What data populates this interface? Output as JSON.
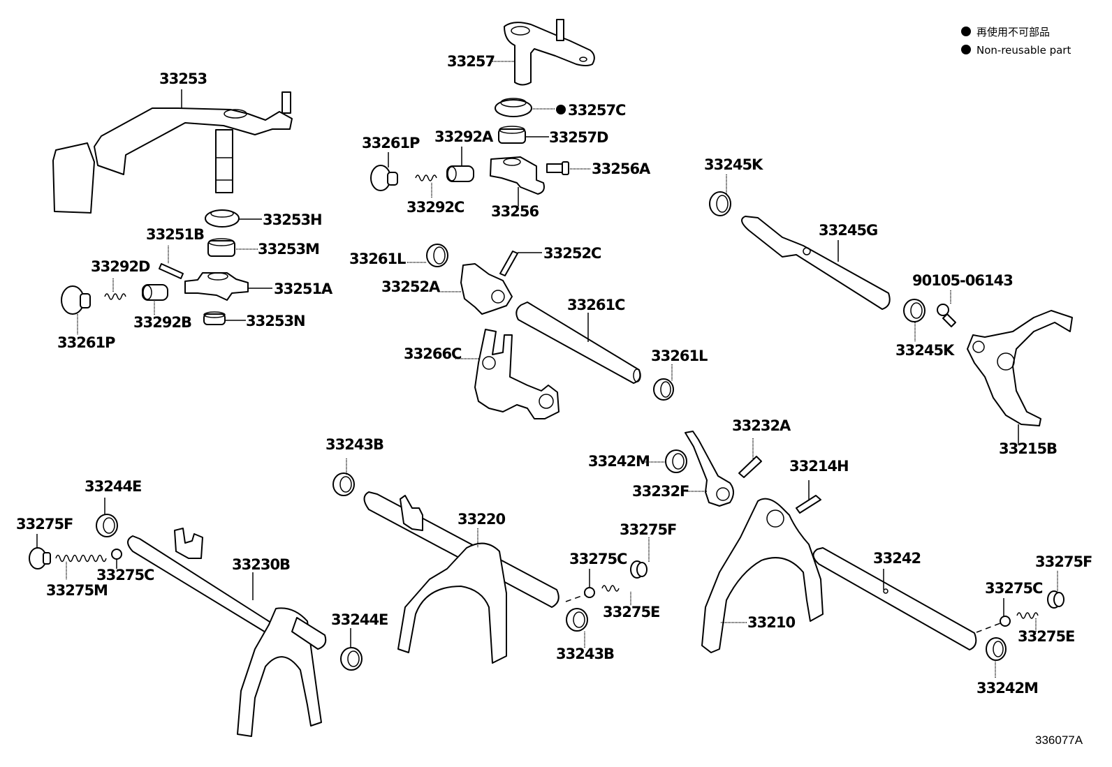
{
  "legend": {
    "items": [
      {
        "label": "再使用不可部品",
        "icon": "filled-circle"
      },
      {
        "label": "Non-reusable part",
        "icon": "filled-circle"
      }
    ]
  },
  "figure_id": "336077A",
  "parts": {
    "p33257": "33257",
    "p33257C": "33257C",
    "p33257D": "33257D",
    "p33261P_top": "33261P",
    "p33292A": "33292A",
    "p33256A": "33256A",
    "p33292C": "33292C",
    "p33256": "33256",
    "p33253": "33253",
    "p33253H": "33253H",
    "p33253M": "33253M",
    "p33251B": "33251B",
    "p33292D": "33292D",
    "p33251A": "33251A",
    "p33292B": "33292B",
    "p33253N": "33253N",
    "p33261P_left": "33261P",
    "p33261L_top": "33261L",
    "p33252C": "33252C",
    "p33252A": "33252A",
    "p33261C": "33261C",
    "p33266C": "33266C",
    "p33261L_right": "33261L",
    "p33245K_top": "33245K",
    "p33245G": "33245G",
    "p90105": "90105-06143",
    "p33245K_bottom": "33245K",
    "p33215B": "33215B",
    "p33232A": "33232A",
    "p33242M_top": "33242M",
    "p33232F": "33232F",
    "p33214H": "33214H",
    "p33243B_top": "33243B",
    "p33220": "33220",
    "p33275F_mid": "33275F",
    "p33275C_mid": "33275C",
    "p33275E_mid": "33275E",
    "p33243B_bottom": "33243B",
    "p33244E_top": "33244E",
    "p33275F_left": "33275F",
    "p33275M": "33275M",
    "p33275C_left": "33275C",
    "p33230B": "33230B",
    "p33244E_bottom": "33244E",
    "p33210": "33210",
    "p33242": "33242",
    "p33275F_right": "33275F",
    "p33275C_right": "33275C",
    "p33275E_right": "33275E",
    "p33242M_bottom": "33242M"
  },
  "non_reusable_parts": [
    "33257C"
  ]
}
